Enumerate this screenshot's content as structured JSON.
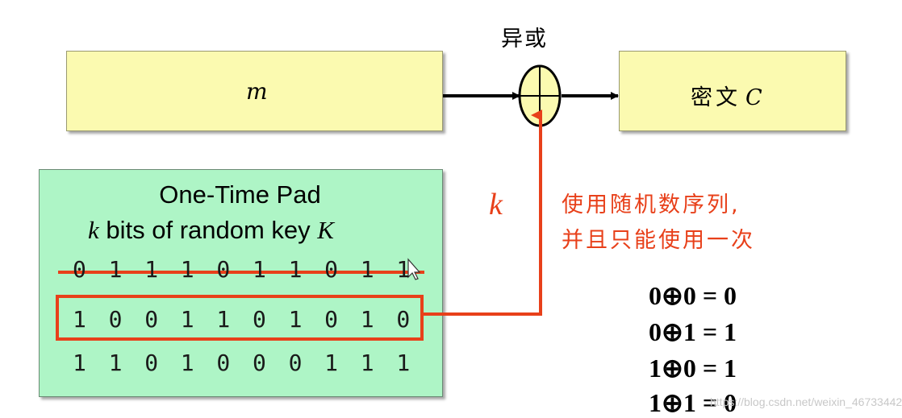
{
  "diagram": {
    "message_label": "m",
    "xor_label": "异或",
    "cipher_label": "密文",
    "cipher_var": "C",
    "key_label": "k",
    "pad": {
      "title": "One-Time Pad",
      "subtitle_k": "k",
      "subtitle_text": " bits of random key ",
      "subtitle_K": "K",
      "rows": [
        [
          "0",
          "1",
          "1",
          "1",
          "0",
          "1",
          "1",
          "0",
          "1",
          "1"
        ],
        [
          "1",
          "0",
          "0",
          "1",
          "1",
          "0",
          "1",
          "0",
          "1",
          "0"
        ],
        [
          "1",
          "1",
          "0",
          "1",
          "0",
          "0",
          "0",
          "1",
          "1",
          "1"
        ]
      ]
    },
    "note_line1": "使用随机数序列,",
    "note_line2": "并且只能使用一次",
    "truth_table": [
      "0⊕0 = 0",
      "0⊕1 = 1",
      "1⊕0 = 1",
      "1⊕1 = 0"
    ],
    "watermark": "https://blog.csdn.net/weixin_46733442"
  },
  "colors": {
    "box_yellow": "#fbfab0",
    "pad_green": "#aef5c6",
    "accent_red": "#e8401a"
  }
}
